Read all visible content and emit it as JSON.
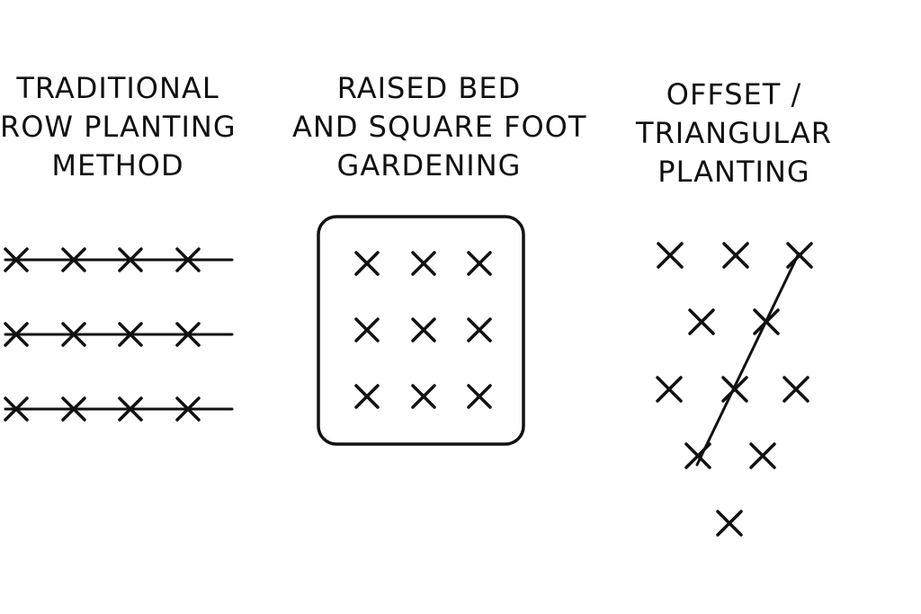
{
  "panels": [
    {
      "id": "row",
      "title_lines": [
        "TRADITIONAL",
        "ROW PLANTING",
        "METHOD"
      ]
    },
    {
      "id": "raised",
      "title_lines": [
        "RAISED BED",
        "AND SQUARE FOOT",
        "GARDENING"
      ]
    },
    {
      "id": "offset",
      "title_lines": [
        "OFFSET /",
        "TRIANGULAR",
        "PLANTING"
      ]
    }
  ],
  "row_planting": {
    "rows": 3,
    "plants_per_row": 4
  },
  "square_foot": {
    "rows": 3,
    "cols": 3
  },
  "triangular": {
    "plant_count": 11
  },
  "colors": {
    "ink": "#111111",
    "background": "#ffffff"
  }
}
